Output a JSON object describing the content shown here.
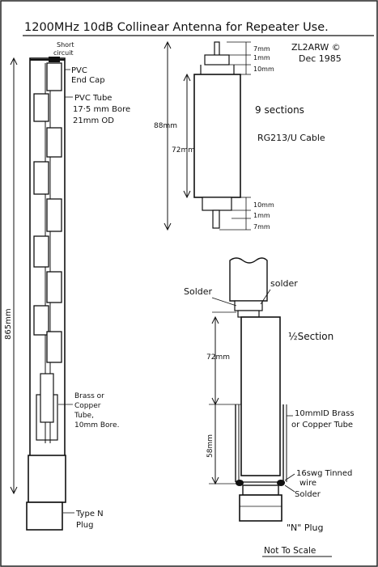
{
  "title": "1200MHz 10dB Collinear Antenna for Repeater Use.",
  "author": "ZL2ARW ©",
  "date": "Dec 1985",
  "left_assembly": {
    "short_circuit": [
      "Short",
      "circuit"
    ],
    "pvc_end_cap": [
      "PVC",
      "End Cap"
    ],
    "pvc_tube": [
      "PVC Tube",
      "17·5 mm Bore",
      "21mm OD"
    ],
    "brass_tube": [
      "Brass or",
      "Copper",
      "Tube,",
      "10mm Bore."
    ],
    "overall_length": "865mm",
    "type_n_plug": [
      "Type N",
      "Plug"
    ]
  },
  "section_detail": {
    "dim_top_7": "7mm",
    "dim_top_1": "1mm",
    "dim_top_10": "10mm",
    "dim_88": "88mm",
    "dim_72": "72mm",
    "dim_bot_10": "10mm",
    "dim_bot_1": "1mm",
    "dim_bot_7": "7mm",
    "sections": "9 sections",
    "cable": "RG213/U Cable"
  },
  "base_detail": {
    "solder_left": "Solder",
    "solder_right": "solder",
    "half_section": "½Section",
    "dim_72": "72mm",
    "dim_58": "58mm",
    "brass_tube": [
      "10mmID Brass",
      "or Copper Tube"
    ],
    "wire": [
      "16swg Tinned",
      "wire"
    ],
    "solder_bottom": "Solder",
    "n_plug": "\"N\" Plug"
  },
  "not_to_scale": "Not To Scale"
}
